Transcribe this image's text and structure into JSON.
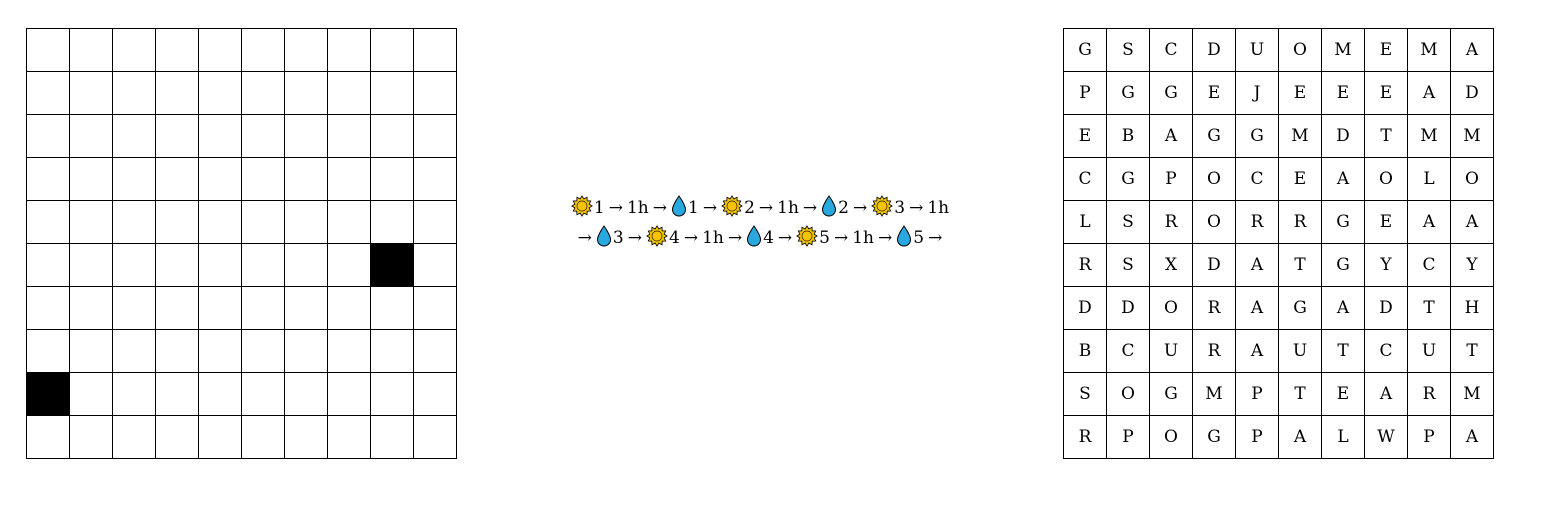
{
  "left_grid": {
    "rows": 10,
    "cols": 10,
    "filled_cells": [
      [
        5,
        8
      ],
      [
        8,
        0
      ]
    ],
    "fill_color": "#000000"
  },
  "sequence": {
    "lines": [
      [
        {
          "icon": "sun-icon",
          "text": "1"
        },
        {
          "text": "→"
        },
        {
          "text": "1h"
        },
        {
          "text": "→"
        },
        {
          "icon": "water-drop-icon",
          "text": "1"
        },
        {
          "text": "→"
        },
        {
          "icon": "sun-icon",
          "text": "2"
        },
        {
          "text": "→"
        },
        {
          "text": "1h"
        },
        {
          "text": "→"
        },
        {
          "icon": "water-drop-icon",
          "text": "2"
        },
        {
          "text": "→"
        },
        {
          "icon": "sun-icon",
          "text": "3"
        },
        {
          "text": "→"
        },
        {
          "text": "1h"
        }
      ],
      [
        {
          "text": "→"
        },
        {
          "icon": "water-drop-icon",
          "text": "3"
        },
        {
          "text": "→"
        },
        {
          "icon": "sun-icon",
          "text": "4"
        },
        {
          "text": "→"
        },
        {
          "text": "1h"
        },
        {
          "text": "→"
        },
        {
          "icon": "water-drop-icon",
          "text": "4"
        },
        {
          "text": "→"
        },
        {
          "icon": "sun-icon",
          "text": "5"
        },
        {
          "text": "→"
        },
        {
          "text": "1h"
        },
        {
          "text": "→"
        },
        {
          "icon": "water-drop-icon",
          "text": "5"
        },
        {
          "text": "→"
        }
      ]
    ],
    "sun_color": "#F5C400",
    "drop_color": "#29A8E0"
  },
  "letter_grid": [
    [
      "G",
      "S",
      "C",
      "D",
      "U",
      "O",
      "M",
      "E",
      "M",
      "A"
    ],
    [
      "P",
      "G",
      "G",
      "E",
      "J",
      "E",
      "E",
      "E",
      "A",
      "D"
    ],
    [
      "E",
      "B",
      "A",
      "G",
      "G",
      "M",
      "D",
      "T",
      "M",
      "M"
    ],
    [
      "C",
      "G",
      "P",
      "O",
      "C",
      "E",
      "A",
      "O",
      "L",
      "O"
    ],
    [
      "L",
      "S",
      "R",
      "O",
      "R",
      "R",
      "G",
      "E",
      "A",
      "A"
    ],
    [
      "R",
      "S",
      "X",
      "D",
      "A",
      "T",
      "G",
      "Y",
      "C",
      "Y"
    ],
    [
      "D",
      "D",
      "O",
      "R",
      "A",
      "G",
      "A",
      "D",
      "T",
      "H"
    ],
    [
      "B",
      "C",
      "U",
      "R",
      "A",
      "U",
      "T",
      "C",
      "U",
      "T"
    ],
    [
      "S",
      "O",
      "G",
      "M",
      "P",
      "T",
      "E",
      "A",
      "R",
      "M"
    ],
    [
      "R",
      "P",
      "O",
      "G",
      "P",
      "A",
      "L",
      "W",
      "P",
      "A"
    ]
  ]
}
